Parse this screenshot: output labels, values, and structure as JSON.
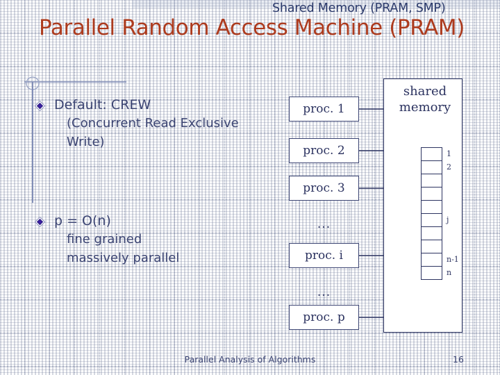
{
  "slide": {
    "header": "Shared Memory (PRAM, SMP)",
    "title": "Parallel Random Access Machine (PRAM)",
    "title_color": "#ad3b1e",
    "body_color": "#3b4472",
    "diagram_color": "#2c3360",
    "bullets": [
      {
        "text": "Default: CREW",
        "sub": [
          "(Concurrent Read Exclusive",
          "Write)"
        ]
      },
      {
        "text": "p = O(n)",
        "sub": [
          "fine grained",
          "massively parallel"
        ]
      }
    ],
    "diagram": {
      "shared_memory_label_line1": "shared",
      "shared_memory_label_line2": "memory",
      "processors": [
        {
          "label": "proc. 1"
        },
        {
          "label": "proc. 2"
        },
        {
          "label": "proc. 3"
        },
        {
          "label": "proc. i"
        },
        {
          "label": "proc. p"
        }
      ],
      "ellipsis_1": "...",
      "ellipsis_2": "...",
      "memory_cells": [
        {
          "label": "1"
        },
        {
          "label": "2"
        },
        {
          "label": ""
        },
        {
          "label": ""
        },
        {
          "label": ""
        },
        {
          "label": "j"
        },
        {
          "label": ""
        },
        {
          "label": ""
        },
        {
          "label": "n-1"
        },
        {
          "label": "n"
        }
      ]
    },
    "footer": {
      "text": "Parallel Analysis of Algorithms",
      "page": "16"
    }
  }
}
